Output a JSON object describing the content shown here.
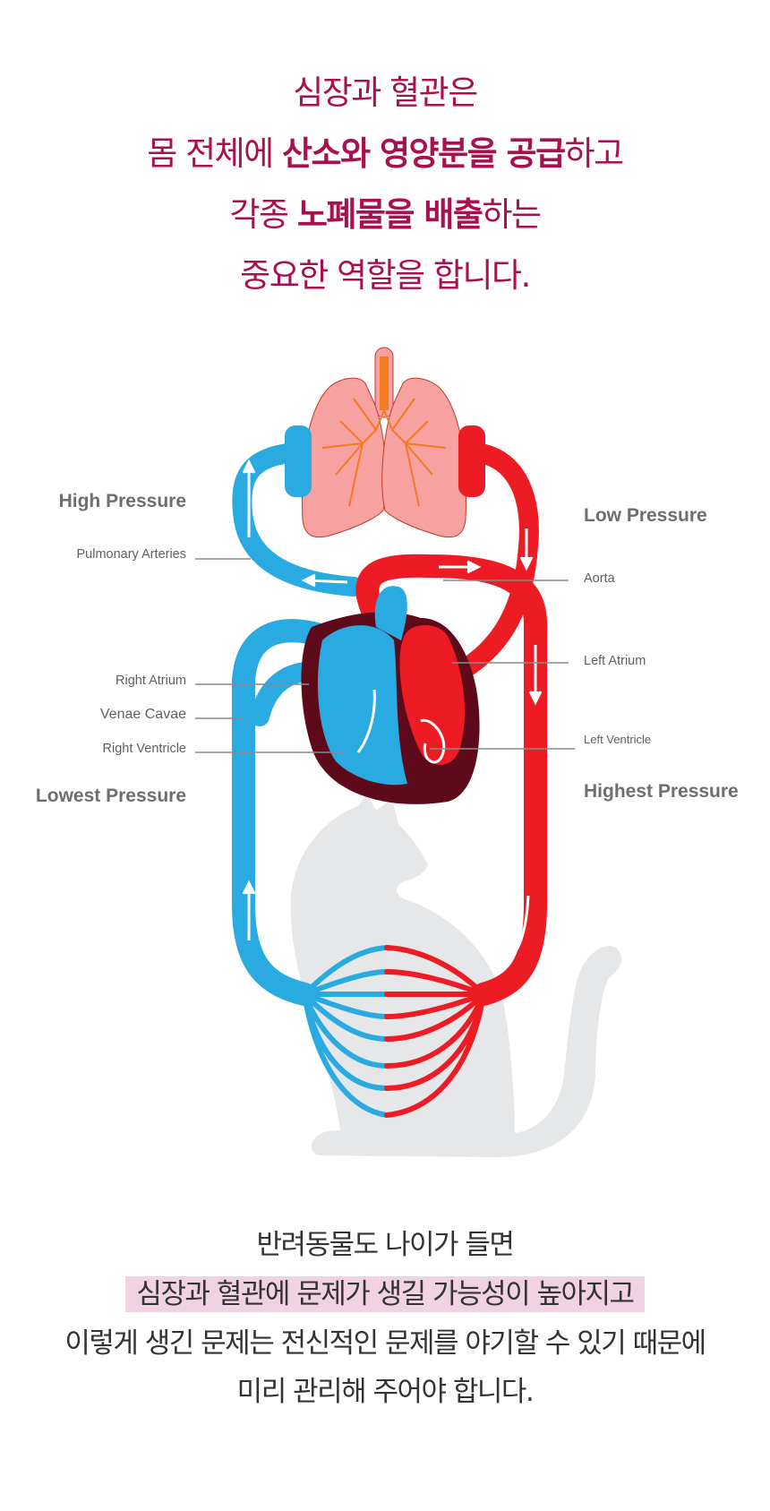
{
  "headline": {
    "line1": "심장과 혈관은",
    "line2_pre": "몸 전체에 ",
    "line2_bold": "산소와 영양분을 공급",
    "line2_post": "하고",
    "line3_pre": "각종 ",
    "line3_bold": "노폐물을 배출",
    "line3_post": "하는",
    "line4": "중요한 역할을 합니다."
  },
  "labels": {
    "high_pressure": "High Pressure",
    "pulmonary_arteries": "Pulmonary Arteries",
    "right_atrium": "Right  Atrium",
    "venae_cavae": "Venae  Cavae",
    "right_ventricle": "Right  Ventricle",
    "lowest_pressure": "Lowest Pressure",
    "low_pressure": "Low Pressure",
    "aorta": "Aorta",
    "left_atrium": "Left   Atrium",
    "left_ventricle": "Left   Ventricle",
    "highest_pressure": "Highest Pressure"
  },
  "colors": {
    "headline": "#a8104f",
    "vein_blue": "#29aae1",
    "artery_red": "#ed1c24",
    "heart_dark": "#5f0a1a",
    "lung_pink": "#f7a1a1",
    "bronchi_orange": "#f47b20",
    "cat_gray": "#e6e7e8",
    "label_gray": "#6d6e71",
    "highlight": "#f0d2e2"
  },
  "bottom": {
    "line1": "반려동물도 나이가 들면",
    "line2": "심장과 혈관에 문제가 생길 가능성이 높아지고",
    "line3": "이렇게 생긴 문제는 전신적인 문제를 야기할 수 있기 때문에",
    "line4": "미리 관리해 주어야 합니다."
  }
}
